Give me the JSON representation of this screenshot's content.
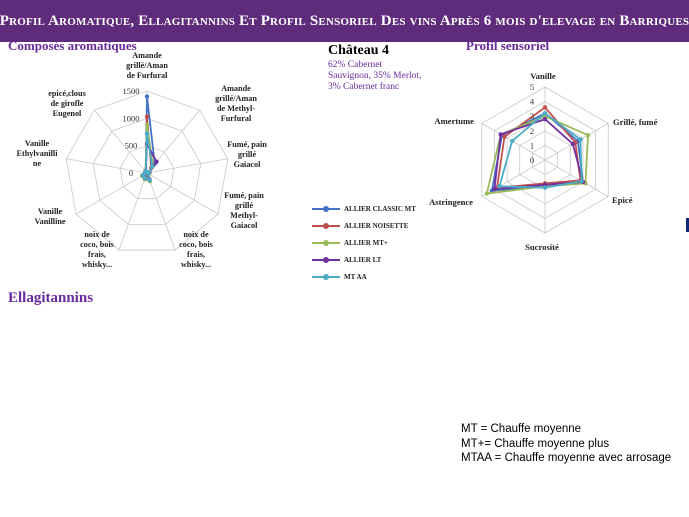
{
  "title": "Profil Aromatique, Ellagitannins Et Profil Sensoriel Des vins Après 6 mois d'elevage en Barriques",
  "sections": {
    "aromatic": "Composés aromatiques",
    "ellagitannins": "Ellagitannins",
    "sensory": "Profil sensoriel"
  },
  "wine": {
    "name": "Château 4",
    "blend_lines": [
      "62% Cabernet",
      "Sauvignon, 35% Merlot,",
      "3% Cabernet franc"
    ]
  },
  "notes": [
    "MT = Chauffe moyenne",
    "MT+= Chauffe moyenne plus",
    "MTAA = Chauffe moyenne avec arrosage"
  ],
  "colors": {
    "title_bg": "#5f2c7b",
    "heading": "#6a2a9e"
  },
  "chart_data": [
    {
      "type": "radar",
      "title": "Composés aromatiques",
      "axes": [
        [
          "Amande",
          "grillé/Aman",
          "de Furfural"
        ],
        [
          "Amande",
          "grillé/Aman",
          "de Methyl-",
          "Furfural"
        ],
        [
          "Fumé, pain",
          "grillé",
          "Gaiacol"
        ],
        [
          "Fumé, pain",
          "grillé",
          "Methyl-",
          "Gaiacol"
        ],
        [
          "noix de",
          "coco, bois",
          "frais,",
          "whisky..."
        ],
        [
          "noix de",
          "coco, bois",
          "frais,",
          "whisky..."
        ],
        [
          "Vanille",
          "Vanilline"
        ],
        [
          "Vanille",
          "Ethylvanilli",
          "ne"
        ],
        [
          "epicé,clous",
          "de girofle",
          "Eugenol"
        ]
      ],
      "rticks": [
        "0",
        "500",
        "1000",
        "1500"
      ],
      "rlim": [
        0,
        1500
      ],
      "series": [
        {
          "name": "ALLIER CLASSIC MT",
          "color": "#4472c4",
          "values": [
            1400,
            220,
            40,
            25,
            150,
            110,
            80,
            30,
            35
          ]
        },
        {
          "name": "ALLIER NOISETTE",
          "color": "#c0504d",
          "values": [
            1030,
            120,
            30,
            20,
            110,
            80,
            60,
            25,
            30
          ]
        },
        {
          "name": "ALLIER MT+",
          "color": "#9bbb59",
          "values": [
            880,
            170,
            50,
            30,
            160,
            120,
            100,
            35,
            45
          ]
        },
        {
          "name": "ALLIER LT",
          "color": "#7030a0",
          "values": [
            530,
            270,
            40,
            25,
            130,
            100,
            85,
            30,
            40
          ]
        },
        {
          "name": "MT  AA",
          "color": "#4bacc6",
          "values": [
            720,
            150,
            35,
            25,
            140,
            100,
            80,
            30,
            35
          ]
        }
      ]
    },
    {
      "type": "radar",
      "title": "Profil sensoriel",
      "axes": [
        [
          "Vanille"
        ],
        [
          "Grillé, fumé"
        ],
        [
          "Epicé"
        ],
        [
          "Sucrosité"
        ],
        [
          "Astringence"
        ],
        [
          "Amertume"
        ]
      ],
      "rticks": [
        "0",
        "1",
        "2",
        "3",
        "4",
        "5"
      ],
      "rlim": [
        0,
        5
      ],
      "series": [
        {
          "name": "ALLIER CLASSIC MT",
          "color": "#4472c4",
          "values": [
            3.2,
            2.6,
            3.0,
            1.8,
            4.2,
            3.4
          ]
        },
        {
          "name": "ALLIER NOISETTE",
          "color": "#c0504d",
          "values": [
            3.6,
            2.4,
            2.8,
            1.6,
            3.8,
            3.2
          ]
        },
        {
          "name": "ALLIER MT+",
          "color": "#9bbb59",
          "values": [
            3.0,
            3.4,
            3.2,
            1.8,
            4.6,
            3.5
          ]
        },
        {
          "name": "ALLIER LT",
          "color": "#7030a0",
          "values": [
            2.8,
            2.2,
            3.0,
            1.7,
            4.0,
            3.5
          ]
        },
        {
          "name": "MT  AA",
          "color": "#4bacc6",
          "values": [
            3.2,
            2.8,
            2.9,
            1.9,
            3.6,
            2.6
          ]
        }
      ]
    }
  ]
}
